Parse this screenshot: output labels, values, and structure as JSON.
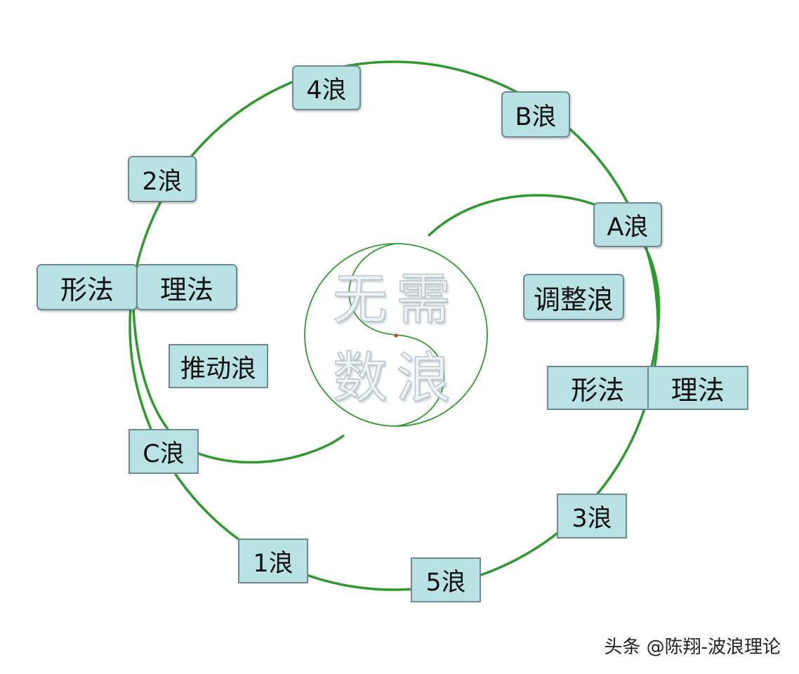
{
  "waves": {
    "w1": "1浪",
    "w2": "2浪",
    "w3": "3浪",
    "w4": "4浪",
    "w5": "5浪",
    "wA": "A浪",
    "wB": "B浪",
    "wC": "C浪"
  },
  "labels": {
    "impulse": "推动浪",
    "correction": "调整浪"
  },
  "method_pairs": {
    "left": {
      "form": "形法",
      "theory": "理法"
    },
    "right": {
      "form": "形法",
      "theory": "理法"
    }
  },
  "watermark": {
    "c1": "无",
    "c2": "需",
    "c3": "数",
    "c4": "浪"
  },
  "credit": "头条 @陈翔-波浪理论",
  "colors": {
    "curve": "#2e9a2e",
    "box_fill": "#b9e2e4",
    "box_border": "#6f8a96"
  }
}
